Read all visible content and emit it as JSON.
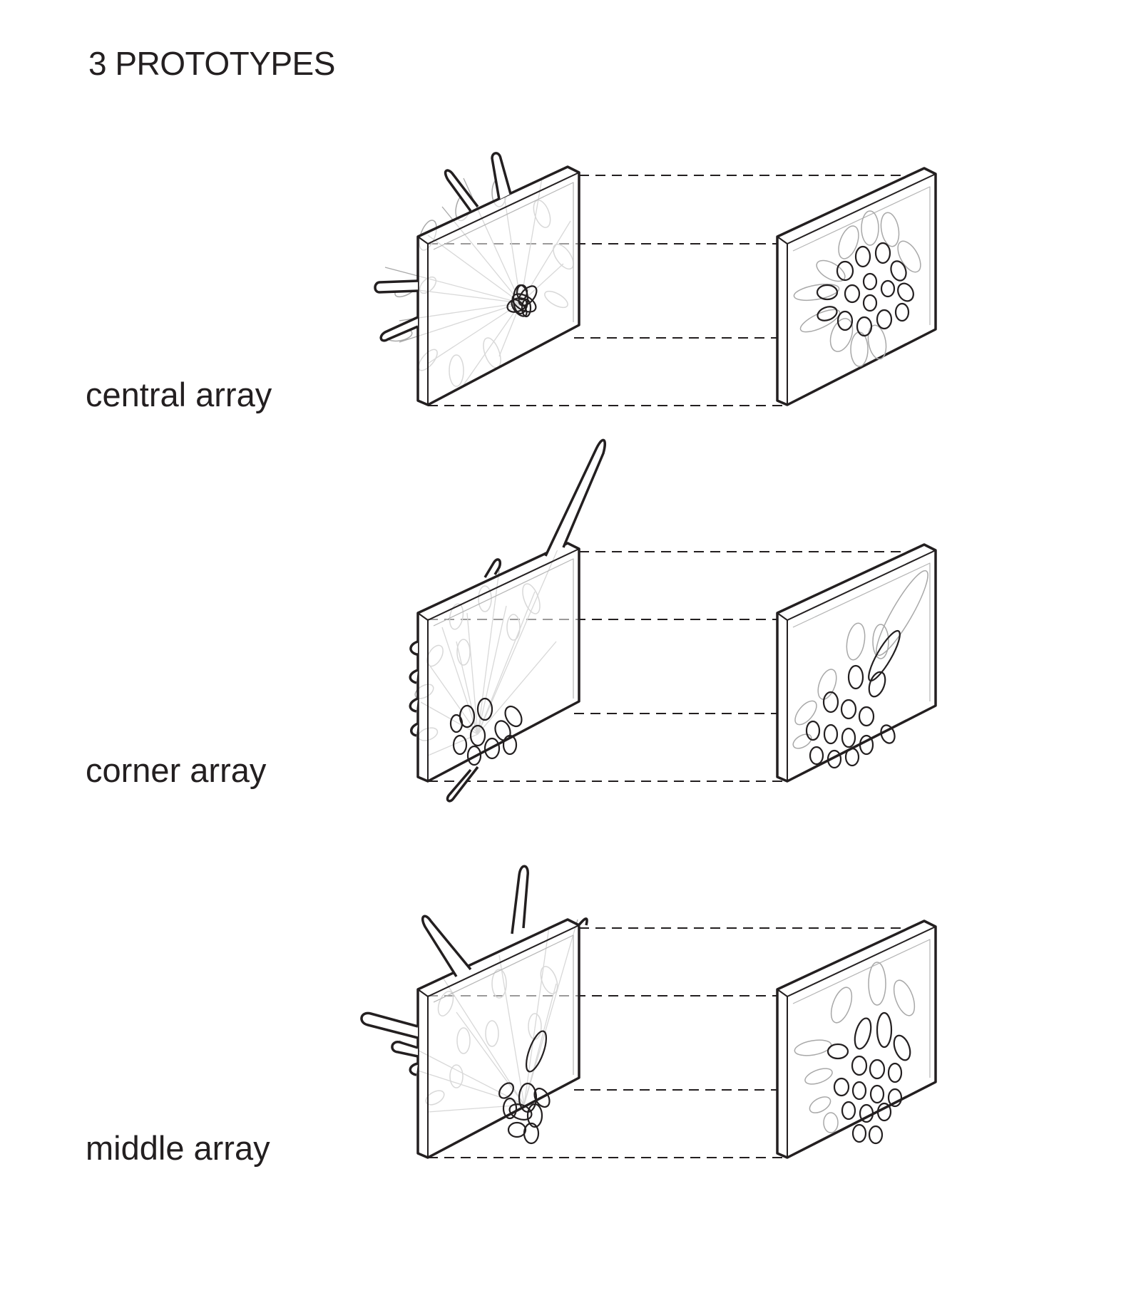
{
  "title": "3 PROTOTYPES",
  "prototypes": [
    {
      "label": "central array"
    },
    {
      "label": "corner array"
    },
    {
      "label": "middle array"
    }
  ],
  "colors": {
    "ink": "#231f20",
    "light_ink": "#9a9a9a",
    "background": "#ffffff"
  }
}
